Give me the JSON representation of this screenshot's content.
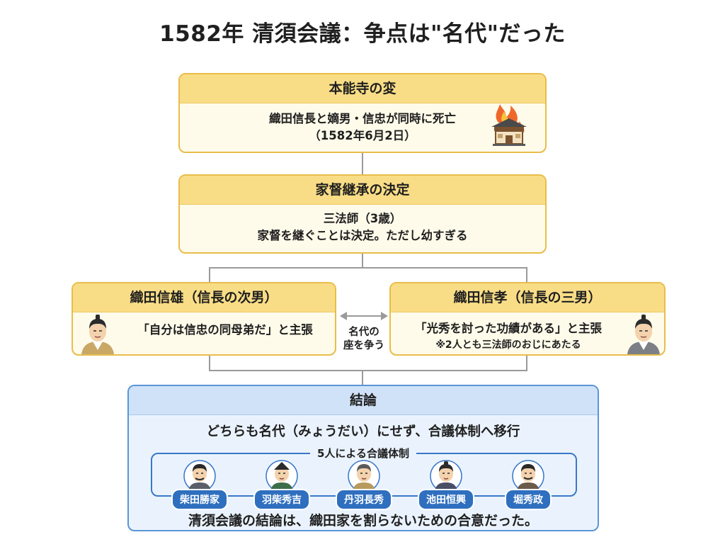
{
  "title": "1582年 清須会議：争点は\"名代\"だった",
  "honnoji": {
    "title": "本能寺の変",
    "line1": "織田信長と嫡男・信忠が同時に死亡",
    "line2": "（1582年6月2日）",
    "icon": "burning-temple-icon"
  },
  "katoku": {
    "title": "家督継承の決定",
    "line1": "三法師（3歳）",
    "line2": "家督を継ぐことは決定。ただし幼すぎる"
  },
  "nobukatsu": {
    "title": "織田信雄（信長の次男）",
    "claim": "「自分は信忠の同母弟だ」と主張"
  },
  "nobutaka": {
    "title": "織田信孝（信長の三男）",
    "claim": "「光秀を討った功績がある」と主張",
    "note": "※2人とも三法師のおじにあたる"
  },
  "dispute": {
    "line1": "名代の",
    "line2": "座を争う"
  },
  "result": {
    "title": "結論",
    "main": "どちらも名代（みょうだい）にせず、合議体制へ移行",
    "council_label": "5人による合議体制",
    "members": [
      "柴田勝家",
      "羽柴秀吉",
      "丹羽長秀",
      "池田恒興",
      "堀秀政"
    ],
    "conclusion": "清須会議の結論は、織田家を割らないための合意だった。"
  },
  "colors": {
    "gold_border": "#e8bd4a",
    "gold_head": "#f9dd86",
    "blue_border": "#5b95d6",
    "name_badge": "#2f6fbf"
  }
}
